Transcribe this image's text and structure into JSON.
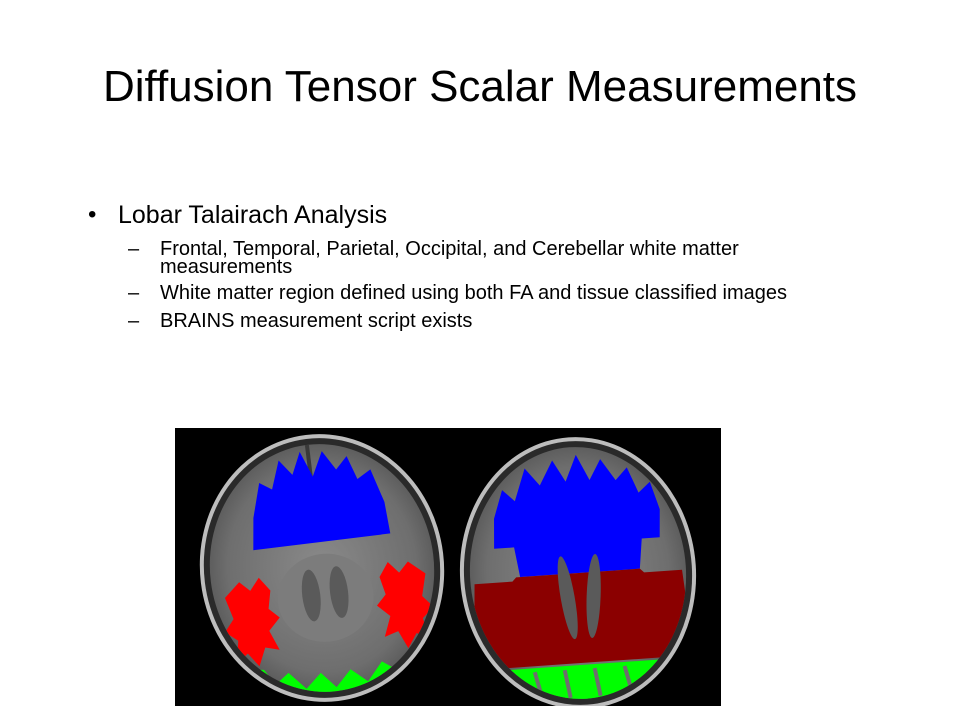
{
  "slide": {
    "title": "Diffusion Tensor Scalar Measurements",
    "bullet": "Lobar Talairach Analysis",
    "bullet_mark": "•",
    "sub_mark": "–",
    "subbullets": [
      "Frontal, Temporal, Parietal, Occipital, and Cerebellar white matter measurements",
      "White matter region defined using both FA and tissue classified images",
      "BRAINS measurement script exists"
    ]
  },
  "colors": {
    "frontal": "#0000ff",
    "temporal": "#ff0000",
    "parietal": "#8b0000",
    "occipital": "#00ff00",
    "background": "#000000"
  },
  "icons": [
    "mri-axial-slice-left",
    "mri-axial-slice-right"
  ]
}
